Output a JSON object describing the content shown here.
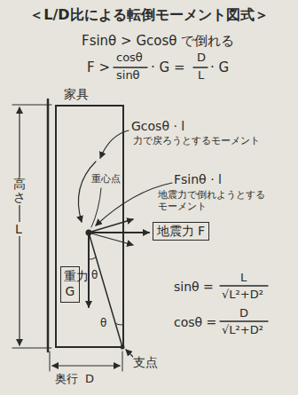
{
  "diagram": {
    "title": "＜L/D比による転倒モーメント図式＞",
    "nodes": [
      {
        "text": [
          "家具"
        ]
      },
      {
        "text": [
          "重力",
          "G"
        ],
        "in": 0
      },
      {
        "text": [
          "地震力",
          "F"
        ]
      }
    ],
    "labels": [
      "Fsinθ > Gcosθ で倒れる",
      "F >",
      "cosθ",
      "sinθ",
      "· G =",
      "D",
      "L",
      "· G",
      "Gcosθ · l",
      "力で戻ろうとするモーメント",
      "重心点",
      "Fsinθ · l",
      "地震力で倒れようとするモーメント",
      "高さ",
      "L",
      "奥行",
      "D",
      "支点",
      "θ",
      "θ",
      "sinθ =",
      "L",
      "√L²+D²",
      "cosθ =",
      "D",
      "√L²+D²"
    ]
  }
}
